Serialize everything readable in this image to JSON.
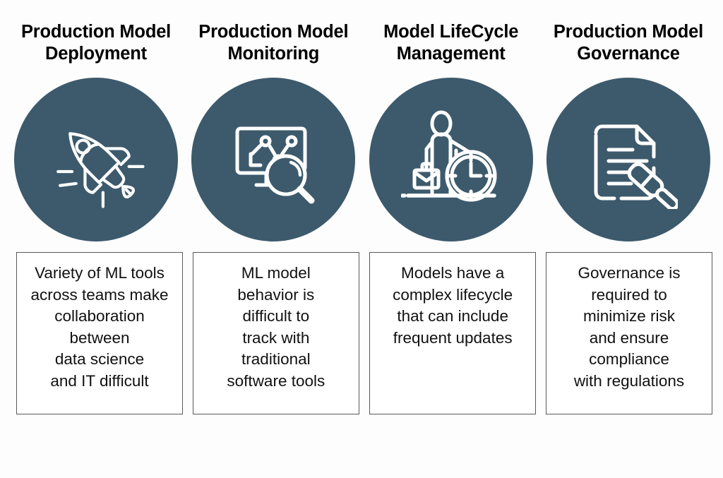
{
  "theme": {
    "background": "#fdfdfd",
    "circle_fill": "#3d5a6c",
    "icon_stroke": "#ffffff",
    "box_border": "#595959",
    "heading_color": "#000000",
    "body_text_color": "#111111"
  },
  "columns": [
    {
      "heading": "Production Model\nDeployment",
      "icon": "rocket-icon",
      "body": "Variety of ML tools\nacross teams make\ncollaboration\nbetween\ndata science\nand IT difficult"
    },
    {
      "heading": "Production Model\nMonitoring",
      "icon": "monitor-chart-magnifier-icon",
      "body": "ML model\nbehavior is\ndifficult to\ntrack with\ntraditional\nsoftware tools"
    },
    {
      "heading": "Model LifeCycle\nManagement",
      "icon": "person-briefcase-clock-icon",
      "body": "Models have a\ncomplex lifecycle\nthat can include\nfrequent updates"
    },
    {
      "heading": "Production\nModel Governance",
      "icon": "document-gavel-icon",
      "body": "Governance is\nrequired to\nminimize risk\nand ensure\ncompliance\nwith regulations"
    }
  ]
}
